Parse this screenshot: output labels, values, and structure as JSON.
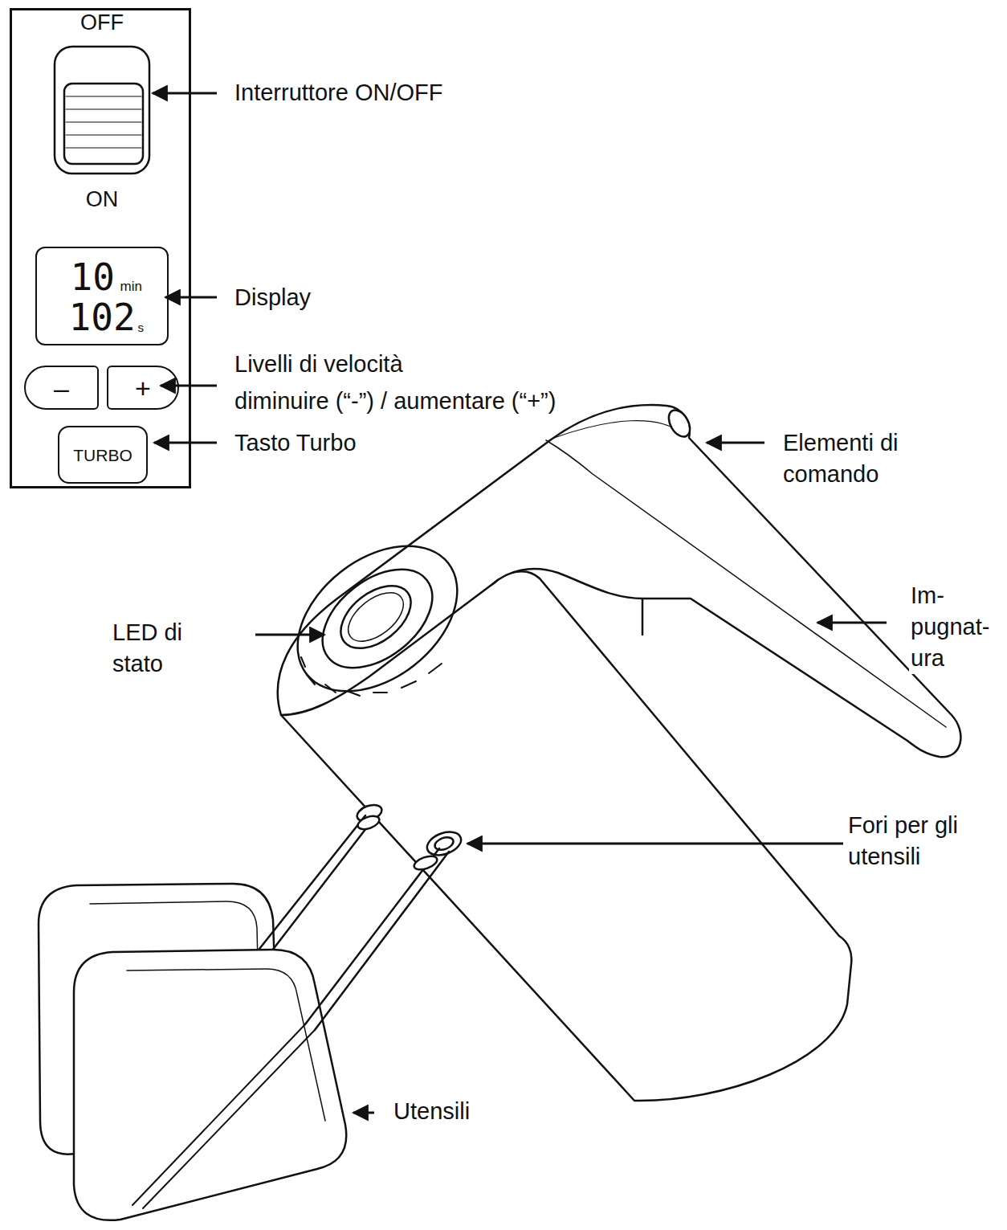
{
  "diagram": {
    "nodes": [
      {
        "text": [
          "OFF",
          "ON"
        ]
      },
      {
        "text": [
          "10",
          "min",
          "102",
          "s"
        ],
        "in": 0
      },
      {
        "text": [
          "–"
        ],
        "in": 0
      },
      {
        "text": [
          "+"
        ],
        "in": 0
      },
      {
        "text": [
          "TURBO"
        ],
        "in": 0
      }
    ],
    "labels": [
      "Interruttore ON/OFF",
      "Display",
      "Livelli di velocità",
      "diminuire (“-”) / aumentare (“+”)",
      "Tasto Turbo",
      "Elementi di comando",
      "LED di stato",
      "Im- pugnat- ura",
      "Fori per gli utensili",
      "Utensili"
    ]
  }
}
